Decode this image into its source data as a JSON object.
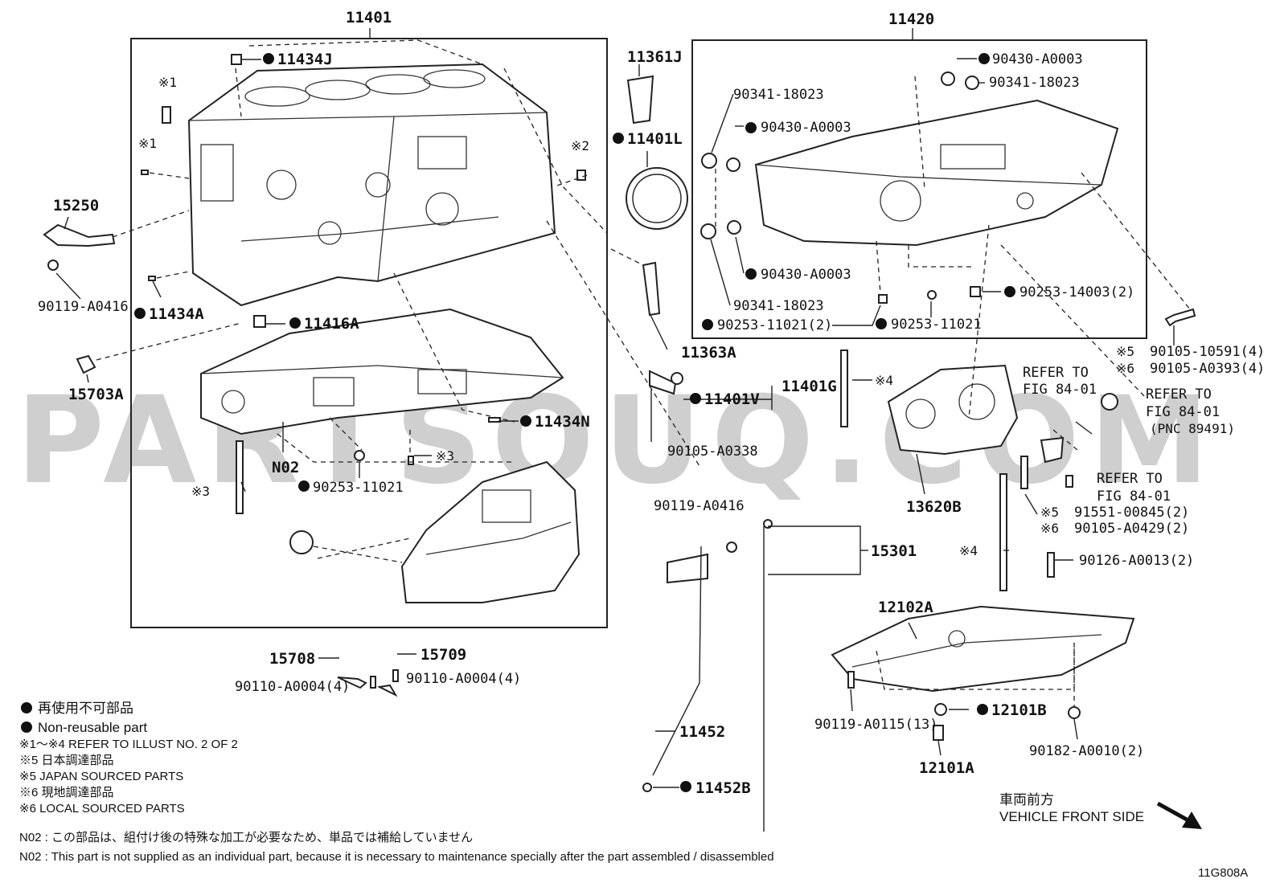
{
  "groups": {
    "block_group": "11401",
    "pan_group": "11420"
  },
  "watermark": "PARTSOUQ.COM",
  "labels": {
    "p11434J": "11434J",
    "p11434A": "11434A",
    "p11416A": "11416A",
    "p11434N": "11434N",
    "p11401V": "11401V",
    "p11401G": "11401G",
    "p11401L": "11401L",
    "p11361J": "11361J",
    "p11363A": "11363A",
    "p15250": "15250",
    "p90119A0416a": "90119-A0416",
    "p15703A": "15703A",
    "pN02": "N02",
    "p90253_11021a": "90253-11021",
    "p90105A0338": "90105-A0338",
    "p90119A0416b": "90119-A0416",
    "p15301": "15301",
    "p11452": "11452",
    "p11452B": "11452B",
    "p15708": "15708",
    "p15709": "15709",
    "p90110A0004a": "90110-A0004(4)",
    "p90110A0004b": "90110-A0004(4)",
    "p90430A0003a": "90430-A0003",
    "p90341_18023a": "90341-18023",
    "p90341_18023b": "90341-18023",
    "p90430A0003b": "90430-A0003",
    "p90430A0003c": "90430-A0003",
    "p90341_18023c": "90341-18023",
    "p90253_11021b": "90253-11021(2)",
    "p90253_11021c": "90253-11021",
    "p90253_14003": "90253-14003(2)",
    "p90105_10591": "90105-10591(4)",
    "p90105A0393": "90105-A0393(4)",
    "p13620B": "13620B",
    "p91551_00845": "91551-00845(2)",
    "p90105A0429": "90105-A0429(2)",
    "p90126A0013": "90126-A0013(2)",
    "p12102A": "12102A",
    "p90119A0115": "90119-A0115(13)",
    "p12101B": "12101B",
    "p12101A": "12101A",
    "p90182A0010": "90182-A0010(2)"
  },
  "marks": {
    "m1a": "※1",
    "m1b": "※1",
    "m2": "※2",
    "m3a": "※3",
    "m3b": "※3",
    "m4a": "※4",
    "m4b": "※4",
    "m5a": "※5",
    "m6a": "※6",
    "m5b": "※5",
    "m6b": "※6"
  },
  "refers": {
    "r1_l1": "REFER TO",
    "r1_l2": "FIG 84-01",
    "r2_l1": "REFER TO",
    "r2_l2": "FIG 84-01",
    "r2_l3": "(PNC 89491)",
    "r3_l1": "REFER TO",
    "r3_l2": "FIG 84-01"
  },
  "legend": {
    "non_reusable_jp": "再使用不可部品",
    "non_reusable_en": "Non-reusable part",
    "refer_illust": "※1～※4  REFER TO ILLUST NO. 2 OF 2",
    "japan_jp": "※5  日本調達部品",
    "japan_en": "※5  JAPAN SOURCED PARTS",
    "local_jp": "※6  現地調達部品",
    "local_en": "※6  LOCAL SOURCED PARTS"
  },
  "notes": {
    "n02_jp": "N02 : この部品は、組付け後の特殊な加工が必要なため、単品では補給していません",
    "n02_en": "N02 : This part is not supplied as an individual part, because it is necessary to maintenance specially after the part assembled / disassembled"
  },
  "front": {
    "jp": "車両前方",
    "en": "VEHICLE FRONT SIDE"
  },
  "illust_code": "11G808A"
}
